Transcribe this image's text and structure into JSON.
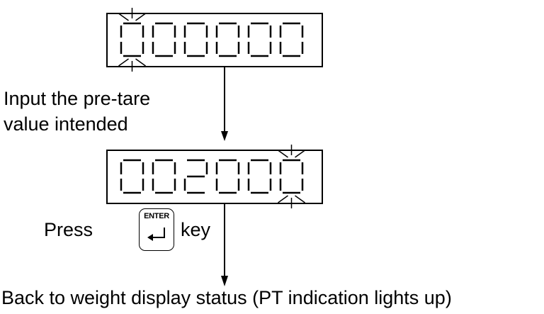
{
  "display_1": {
    "digits": "000000",
    "blinking_digit": 1
  },
  "instruction_input": {
    "line1": "Input the pre-tare",
    "line2": "value intended"
  },
  "display_2": {
    "digits": "002000",
    "blinking_digit": 6
  },
  "press_label": "Press",
  "enter_key": {
    "label": "ENTER",
    "icon": "return-arrow-icon"
  },
  "key_label": "key",
  "result_text": "Back to weight display status (PT indication lights up)"
}
